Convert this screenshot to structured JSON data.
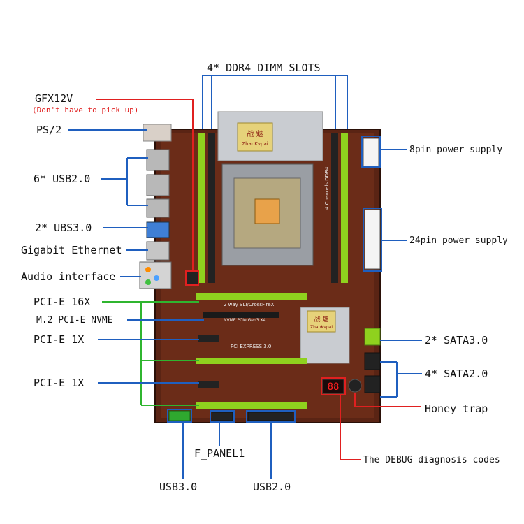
{
  "labels": {
    "ddr4": "4* DDR4 DIMM SLOTS",
    "gfx12v": "GFX12V",
    "gfx12v_note": "(Don't have to pick up)",
    "ps2": "PS/2",
    "usb20_rear": "6* USB2.0",
    "ubs30": "2* UBS3.0",
    "ethernet": "Gigabit Ethernet",
    "audio": "Audio interface",
    "pcie16": "PCI-E 16X",
    "m2": "M.2 PCI-E NVME",
    "pcie1a": "PCI-E 1X",
    "pcie1b": "PCI-E 1X",
    "power8": "8pin power supply",
    "power24": "24pin power supply",
    "sata3": "2* SATA3.0",
    "sata2": "4* SATA2.0",
    "honey": "Honey trap",
    "debug": "The DEBUG diagnosis codes",
    "fpanel": "F_PANEL1",
    "usb30_bottom": "USB3.0",
    "usb20_bottom": "USB2.0"
  },
  "board_text": {
    "brand_cn": "战 魅",
    "brand_en": "ZhanKvpai",
    "sli": "2 way SLI/CrossFireX",
    "nvme": "NVME PCIe Gen3 X4",
    "pciexpress": "PCI EXPRESS 3.0",
    "channels": "4 Channels DDR4",
    "debug_digits": "88"
  },
  "colors": {
    "blue": "#1f5fbf",
    "red": "#e02020",
    "green": "#2fb52f",
    "board": "#5a2414",
    "slot_green": "#8fd11e"
  }
}
